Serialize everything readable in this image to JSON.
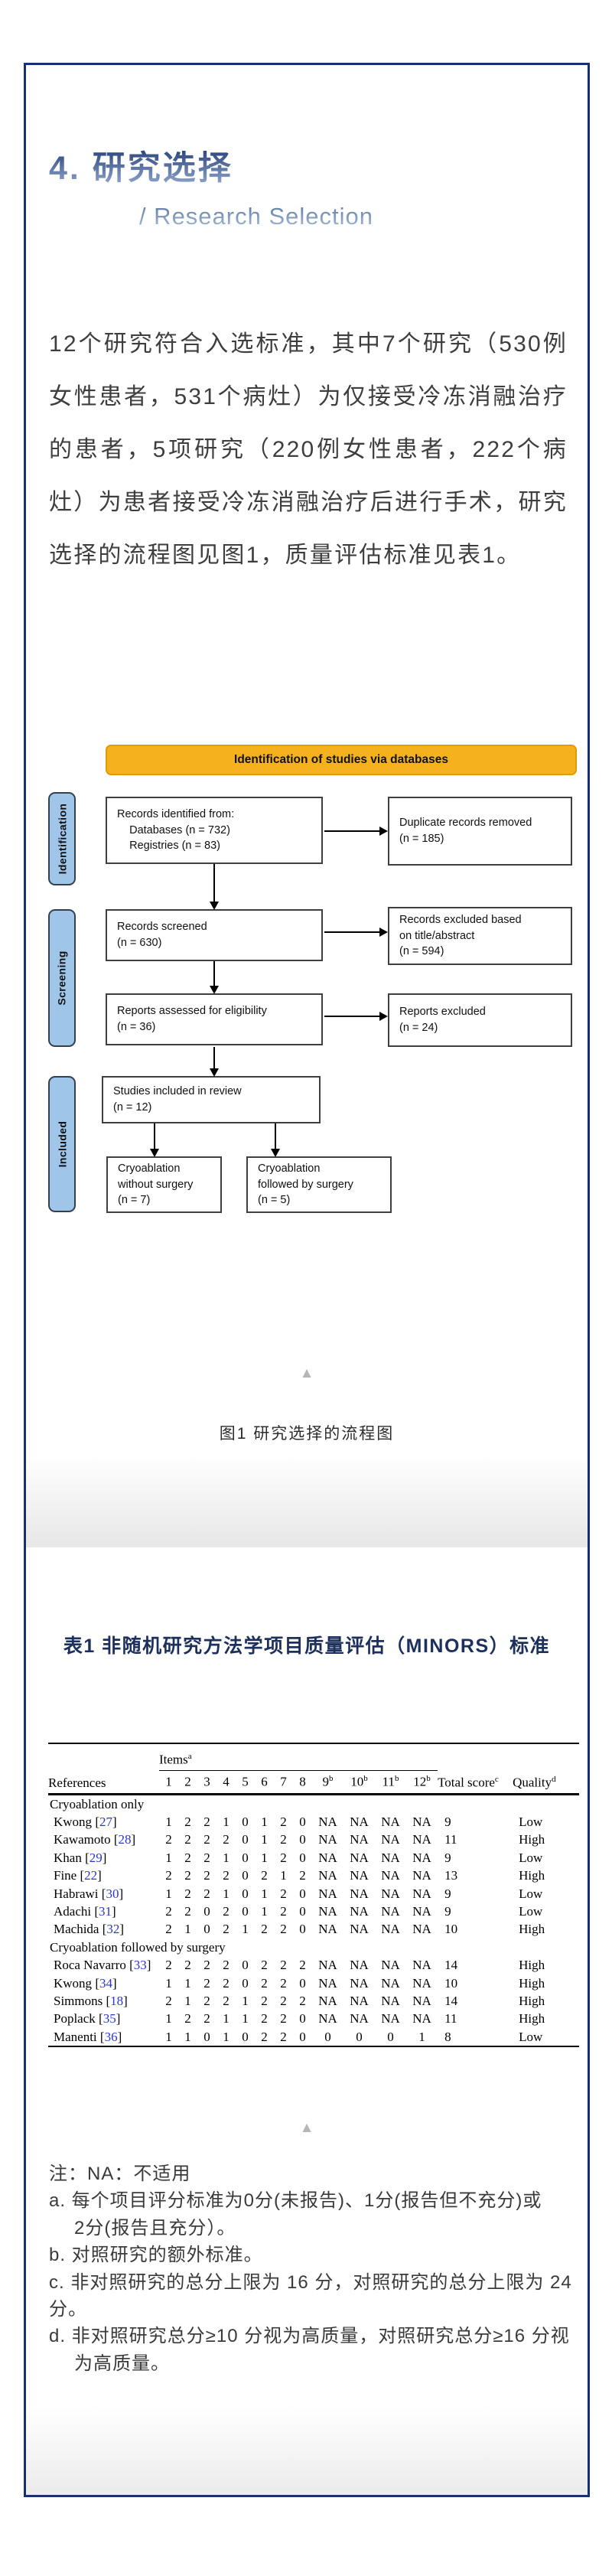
{
  "header": {
    "title": "4. 研究选择",
    "subtitle": "/ Research Selection"
  },
  "intro": {
    "text": "12个研究符合入选标准，其中7个研究（530例女性患者，531个病灶）为仅接受冷冻消融治疗的患者，5项研究（220例女性患者，222个病灶）为患者接受冷冻消融治疗后进行手术，研究选择的流程图见图1，质量评估标准见表1。"
  },
  "flowchart": {
    "banner": "Identification of studies via databases",
    "stages": [
      "Identification",
      "Screening",
      "Included"
    ],
    "boxes": {
      "identified": "Records identified from:\n    Databases (n = 732)\n    Registries (n = 83)",
      "duplicates": "Duplicate records removed\n(n = 185)",
      "screened": "Records screened\n(n = 630)",
      "excluded_title_abstract": "Records excluded based\non title/abstract\n(n = 594)",
      "assessed": "Reports assessed for eligibility\n(n = 36)",
      "reports_excluded": "Reports excluded\n(n = 24)",
      "included": "Studies included in review\n(n = 12)",
      "cryo_without_surgery": "Cryoablation\nwithout surgery\n(n = 7)",
      "cryo_followed_surgery": "Cryoablation\nfollowed by surgery\n(n = 5)"
    }
  },
  "figure1": {
    "caption": "图1 研究选择的流程图"
  },
  "ui": {
    "collapse_glyph": "▲"
  },
  "table1": {
    "title": "表1 非随机研究方法学项目质量评估（MINORS）标准",
    "bracket_open": "[",
    "bracket_close": "]",
    "headers": {
      "references": "References",
      "items": {
        "label": "Items",
        "sup": "a"
      },
      "total": {
        "label": "Total score",
        "sup": "c"
      },
      "quality": {
        "label": "Quality",
        "sup": "d"
      }
    },
    "item_columns": [
      {
        "n": "1",
        "sup": ""
      },
      {
        "n": "2",
        "sup": ""
      },
      {
        "n": "3",
        "sup": ""
      },
      {
        "n": "4",
        "sup": ""
      },
      {
        "n": "5",
        "sup": ""
      },
      {
        "n": "6",
        "sup": ""
      },
      {
        "n": "7",
        "sup": ""
      },
      {
        "n": "8",
        "sup": ""
      },
      {
        "n": "9",
        "sup": "b"
      },
      {
        "n": "10",
        "sup": "b"
      },
      {
        "n": "11",
        "sup": "b"
      },
      {
        "n": "12",
        "sup": "b"
      }
    ],
    "sections": [
      {
        "label": "Cryoablation only",
        "rows": [
          {
            "author": "Kwong",
            "ref_num": "27",
            "scores": [
              "1",
              "2",
              "2",
              "1",
              "0",
              "1",
              "2",
              "0",
              "NA",
              "NA",
              "NA",
              "NA"
            ],
            "total": "9",
            "quality": "Low"
          },
          {
            "author": "Kawamoto",
            "ref_num": "28",
            "scores": [
              "2",
              "2",
              "2",
              "2",
              "0",
              "1",
              "2",
              "0",
              "NA",
              "NA",
              "NA",
              "NA"
            ],
            "total": "11",
            "quality": "High"
          },
          {
            "author": "Khan",
            "ref_num": "29",
            "scores": [
              "1",
              "2",
              "2",
              "1",
              "0",
              "1",
              "2",
              "0",
              "NA",
              "NA",
              "NA",
              "NA"
            ],
            "total": "9",
            "quality": "Low"
          },
          {
            "author": "Fine",
            "ref_num": "22",
            "scores": [
              "2",
              "2",
              "2",
              "2",
              "0",
              "2",
              "1",
              "2",
              "NA",
              "NA",
              "NA",
              "NA"
            ],
            "total": "13",
            "quality": "High"
          },
          {
            "author": "Habrawi",
            "ref_num": "30",
            "scores": [
              "1",
              "2",
              "2",
              "1",
              "0",
              "1",
              "2",
              "0",
              "NA",
              "NA",
              "NA",
              "NA"
            ],
            "total": "9",
            "quality": "Low"
          },
          {
            "author": "Adachi",
            "ref_num": "31",
            "scores": [
              "2",
              "2",
              "0",
              "2",
              "0",
              "1",
              "2",
              "0",
              "NA",
              "NA",
              "NA",
              "NA"
            ],
            "total": "9",
            "quality": "Low"
          },
          {
            "author": "Machida",
            "ref_num": "32",
            "scores": [
              "2",
              "1",
              "0",
              "2",
              "1",
              "2",
              "2",
              "0",
              "NA",
              "NA",
              "NA",
              "NA"
            ],
            "total": "10",
            "quality": "High"
          }
        ]
      },
      {
        "label": "Cryoablation followed by surgery",
        "rows": [
          {
            "author": "Roca Navarro",
            "ref_num": "33",
            "scores": [
              "2",
              "2",
              "2",
              "2",
              "0",
              "2",
              "2",
              "2",
              "NA",
              "NA",
              "NA",
              "NA"
            ],
            "total": "14",
            "quality": "High"
          },
          {
            "author": "Kwong",
            "ref_num": "34",
            "scores": [
              "1",
              "1",
              "2",
              "2",
              "0",
              "2",
              "2",
              "0",
              "NA",
              "NA",
              "NA",
              "NA"
            ],
            "total": "10",
            "quality": "High"
          },
          {
            "author": "Simmons",
            "ref_num": "18",
            "scores": [
              "2",
              "1",
              "2",
              "2",
              "1",
              "2",
              "2",
              "2",
              "NA",
              "NA",
              "NA",
              "NA"
            ],
            "total": "14",
            "quality": "High"
          },
          {
            "author": "Poplack",
            "ref_num": "35",
            "scores": [
              "1",
              "2",
              "2",
              "1",
              "1",
              "2",
              "2",
              "0",
              "NA",
              "NA",
              "NA",
              "NA"
            ],
            "total": "11",
            "quality": "High"
          },
          {
            "author": "Manenti",
            "ref_num": "36",
            "scores": [
              "1",
              "1",
              "0",
              "1",
              "0",
              "2",
              "2",
              "0",
              "0",
              "0",
              "0",
              "1"
            ],
            "total": "8",
            "quality": "Low"
          }
        ]
      }
    ]
  },
  "notes": {
    "lines": [
      {
        "text": "注：NA：不适用",
        "indent": false
      },
      {
        "text": "a. 每个项目评分标准为0分(未报告)、1分(报告但不充分)或",
        "indent": false
      },
      {
        "text": "2分(报告且充分）。",
        "indent": true
      },
      {
        "text": "b. 对照研究的额外标准。",
        "indent": false
      },
      {
        "text": "c. 非对照研究的总分上限为 16 分，对照研究的总分上限为 24 分。",
        "indent": false
      },
      {
        "text": "d. 非对照研究总分≥10 分视为高质量，对照研究总分≥16 分视",
        "indent": false
      },
      {
        "text": "为高质量。",
        "indent": true
      }
    ]
  },
  "colors": {
    "card_border_navy": "#15316f",
    "banner_yellow": "#f6b21d",
    "banner_border": "#de9e0b",
    "stage_label_blue": "#9fc5e8",
    "citation_blue": "#2b35cf",
    "table_title_navy": "#1c2f5d",
    "triangle_gray": "#b6b6b6"
  }
}
